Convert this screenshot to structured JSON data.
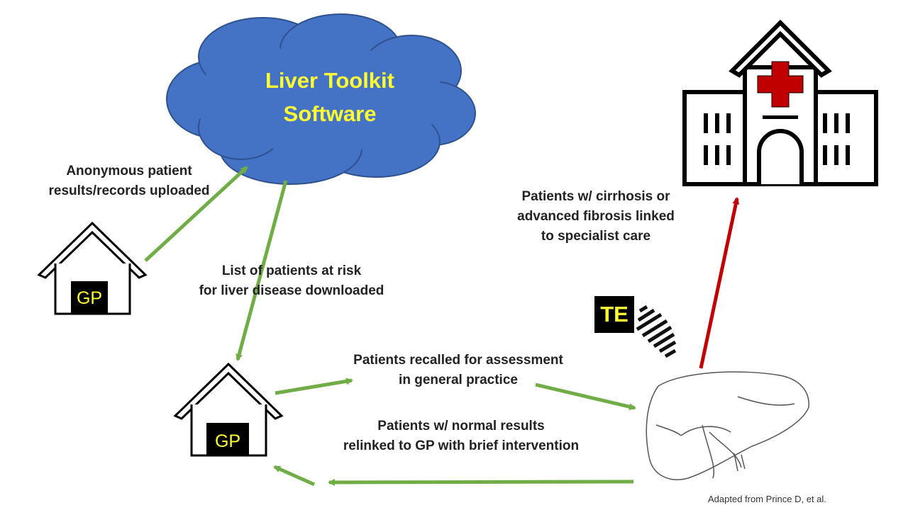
{
  "cloud": {
    "title_line1": "Liver Toolkit",
    "title_line2": "Software"
  },
  "gp_top": {
    "label": "GP"
  },
  "gp_bottom": {
    "label": "GP"
  },
  "te_badge": {
    "label": "TE"
  },
  "labels": {
    "upload": [
      "Anonymous patient",
      "results/records uploaded"
    ],
    "download": [
      "List of patients at risk",
      "for liver disease downloaded"
    ],
    "recall": [
      "Patients recalled for assessment",
      "in general practice"
    ],
    "normal": [
      "Patients w/ normal results",
      "relinked to GP with brief intervention"
    ],
    "specialist": [
      "Patients w/ cirrhosis or",
      "advanced fibrosis linked",
      "to specialist care"
    ]
  },
  "credit": "Adapted from Prince D, et al.",
  "colors": {
    "cloud_fill": "#4472c4",
    "cloud_text": "#ffff33",
    "green_arrow": "#70ad47",
    "red_arrow": "#c00000",
    "hospital_cross": "#c00000",
    "label_text": "#222222"
  }
}
